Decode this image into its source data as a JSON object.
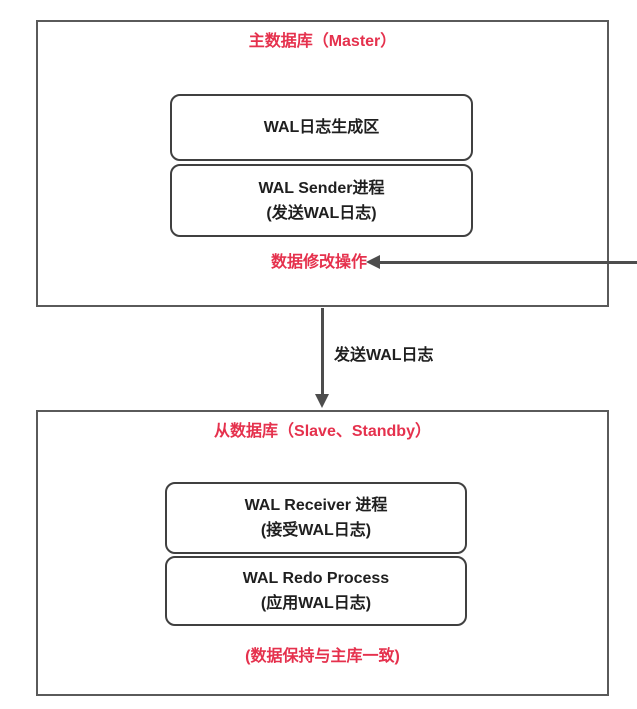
{
  "master": {
    "title": "主数据库（Master）",
    "wal_generation_label": "WAL日志生成区",
    "wal_sender_line1": "WAL Sender进程",
    "wal_sender_line2": "(发送WAL日志)",
    "data_modify_label": "数据修改操作"
  },
  "flow": {
    "send_wal_label": "发送WAL日志"
  },
  "slave": {
    "title": "从数据库（Slave、Standby）",
    "wal_receiver_line1": "WAL Receiver 进程",
    "wal_receiver_line2": "(接受WAL日志)",
    "wal_redo_line1": "WAL Redo Process",
    "wal_redo_line2": "(应用WAL日志)",
    "consistency_note": "(数据保持与主库一致)"
  },
  "colors": {
    "accent_red": "#e5314d",
    "border_gray": "#5a5a5a",
    "inner_border_gray": "#404040",
    "arrow_gray": "#4d4d4d",
    "text_black": "#1f1f1f"
  }
}
